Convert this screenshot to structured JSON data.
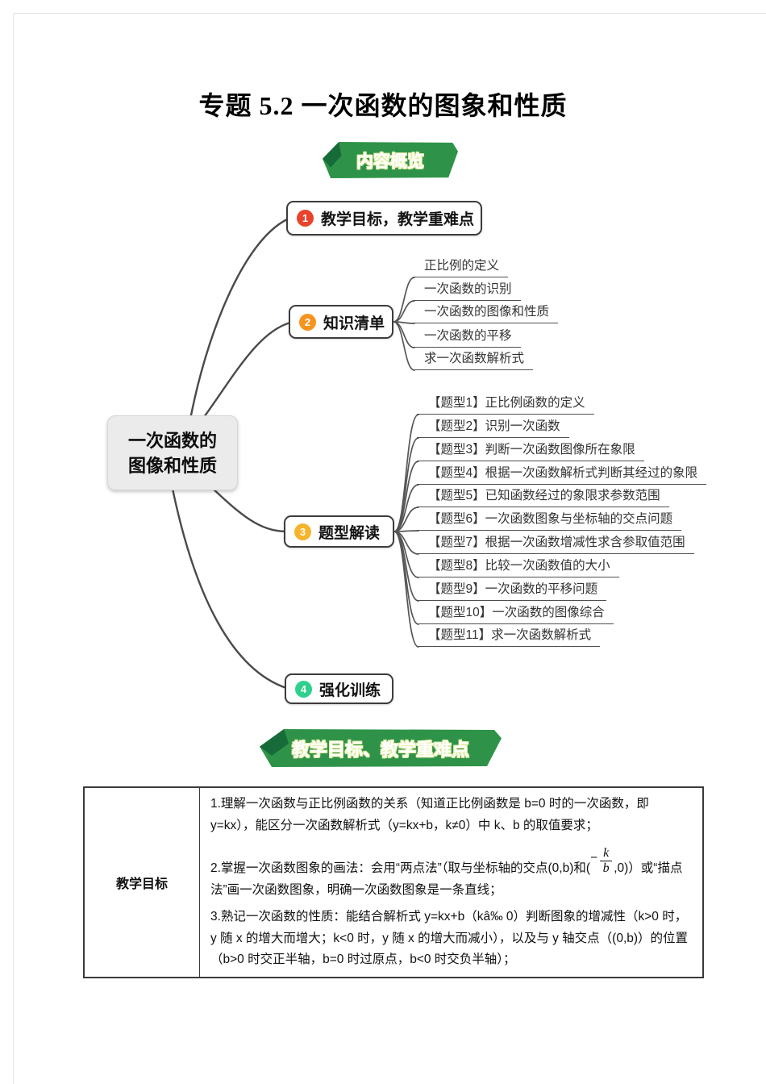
{
  "title": "专题 5.2 一次函数的图象和性质",
  "banners": {
    "overview": "内容概览",
    "objectives": "教学目标、教学重难点"
  },
  "colors": {
    "banner_green": "#2e9348",
    "banner_fold_green": "#176b38",
    "badge1_red": "#e8432b",
    "badge2_orange": "#f7941e",
    "badge3_yellow": "#f6b42c",
    "badge4_green": "#2fd08d"
  },
  "mindmap": {
    "root_line1": "一次函数的",
    "root_line2": "图像和性质",
    "branches": [
      {
        "num": "1",
        "label": "教学目标，教学重难点"
      },
      {
        "num": "2",
        "label": "知识清单"
      },
      {
        "num": "3",
        "label": "题型解读"
      },
      {
        "num": "4",
        "label": "强化训练"
      }
    ],
    "knowledge": [
      "正比例的定义",
      "一次函数的识别",
      "一次函数的图像和性质",
      "一次函数的平移",
      "求一次函数解析式"
    ],
    "topics": [
      "【题型1】正比例函数的定义",
      "【题型2】识别一次函数",
      "【题型3】判断一次函数图像所在象限",
      "【题型4】根据一次函数解析式判断其经过的象限",
      "【题型5】已知函数经过的象限求参数范围",
      "【题型6】一次函数图象与坐标轴的交点问题",
      "【题型7】根据一次函数增减性求含参取值范围",
      "【题型8】比较一次函数值的大小",
      "【题型9】一次函数的平移问题",
      "【题型10】一次函数的图像综合",
      "【题型11】求一次函数解析式"
    ]
  },
  "table": {
    "row_header": "教学目标",
    "p1": "1.理解一次函数与正比例函数的关系（知道正比例函数是 b=0 时的一次函数，即 y=kx），能区分一次函数解析式（y=kx+b，k≠0）中 k、b 的取值要求；",
    "p2_before": "2.掌握一次函数图象的画法：会用“两点法”（取与坐标轴的交点(0,b)和(",
    "frac_sign": "−",
    "frac_num": "k",
    "frac_den": "b",
    "p2_after": ",0)）或“描点法”画一次函数图象，明确一次函数图象是一条直线；",
    "p3": "3.熟记一次函数的性质：能结合解析式 y=kx+b（kâ‰ 0）判断图象的增减性（k>0 时，y 随 x 的增大而增大；k<0 时，y 随 x 的增大而减小），以及与 y 轴交点（(0,b)）的位置（b>0 时交正半轴，b=0 时过原点，b<0 时交负半轴）；"
  }
}
